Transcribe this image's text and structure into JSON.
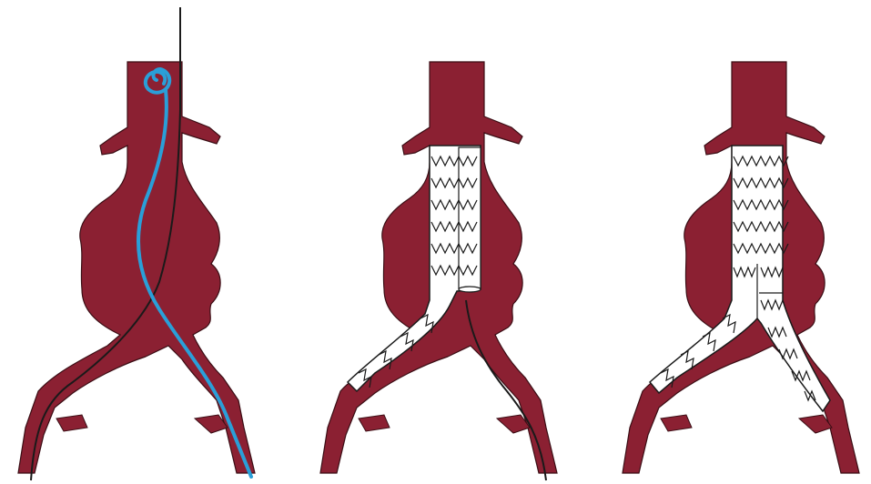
{
  "colors": {
    "vessel": "#8b2032",
    "outline": "#3a0e15",
    "guidewire": "#1a1a1a",
    "catheter": "#2a9fd8",
    "graft": "#ffffff",
    "stent": "#1a1a1a",
    "background": "#ffffff"
  },
  "panels": [
    {
      "step": 1,
      "contents": [
        "aneurysm",
        "guidewire",
        "pigtail-catheter"
      ]
    },
    {
      "step": 2,
      "contents": [
        "aneurysm",
        "main-body-stent-graft",
        "guidewire"
      ]
    },
    {
      "step": 3,
      "contents": [
        "aneurysm",
        "bifurcated-stent-graft-with-contralateral-limb"
      ]
    }
  ]
}
